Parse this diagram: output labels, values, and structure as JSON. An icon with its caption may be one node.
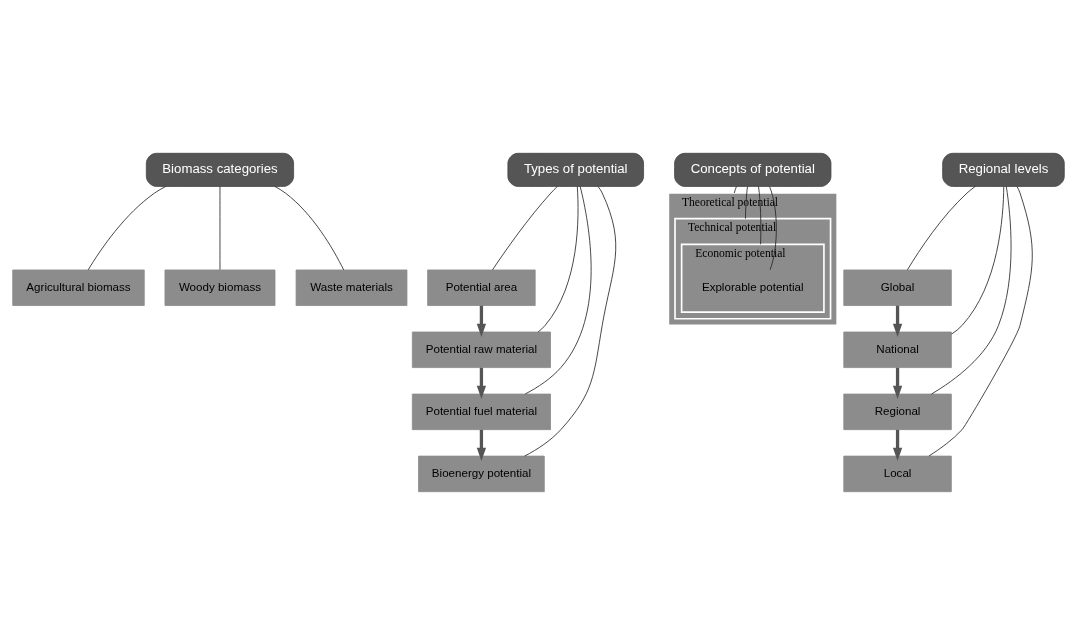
{
  "diagram": {
    "nodes": [
      {
        "text": [
          "Biomass categories"
        ]
      },
      {
        "text": [
          "Agricultural biomass"
        ]
      },
      {
        "text": [
          "Woody biomass"
        ]
      },
      {
        "text": [
          "Waste materials"
        ]
      },
      {
        "text": [
          "Types of potential"
        ]
      },
      {
        "text": [
          "Potential area"
        ]
      },
      {
        "text": [
          "Potential raw material"
        ]
      },
      {
        "text": [
          "Potential fuel material"
        ]
      },
      {
        "text": [
          "Bioenergy potential"
        ]
      },
      {
        "text": [
          "Concepts of potential"
        ]
      },
      {
        "text": [
          "Theoretical potential"
        ]
      },
      {
        "text": [
          "Technical potential"
        ],
        "in": 10
      },
      {
        "text": [
          "Economic potential"
        ],
        "in": 11
      },
      {
        "text": [
          "Explorable potential"
        ],
        "in": 12
      },
      {
        "text": [
          "Regional levels"
        ]
      },
      {
        "text": [
          "Global"
        ]
      },
      {
        "text": [
          "National"
        ]
      },
      {
        "text": [
          "Regional"
        ]
      },
      {
        "text": [
          "Local"
        ]
      }
    ],
    "edges": [
      {
        "from": 0,
        "to": 1,
        "arrow": "none"
      },
      {
        "from": 0,
        "to": 2,
        "arrow": "none"
      },
      {
        "from": 0,
        "to": 3,
        "arrow": "none"
      },
      {
        "from": 4,
        "to": 5,
        "arrow": "none"
      },
      {
        "from": 4,
        "to": 6,
        "arrow": "none"
      },
      {
        "from": 4,
        "to": 7,
        "arrow": "none"
      },
      {
        "from": 4,
        "to": 8,
        "arrow": "none"
      },
      {
        "from": 5,
        "to": 6,
        "arrow": "to",
        "style": "thick",
        "color": "#555555"
      },
      {
        "from": 6,
        "to": 7,
        "arrow": "to",
        "style": "thick",
        "color": "#555555"
      },
      {
        "from": 7,
        "to": 8,
        "arrow": "to",
        "style": "thick",
        "color": "#555555"
      },
      {
        "from": 9,
        "to": 10,
        "arrow": "none"
      },
      {
        "from": 9,
        "to": 11,
        "arrow": "none"
      },
      {
        "from": 9,
        "to": 12,
        "arrow": "none"
      },
      {
        "from": 9,
        "to": 13,
        "arrow": "none"
      },
      {
        "from": 14,
        "to": 15,
        "arrow": "none"
      },
      {
        "from": 14,
        "to": 16,
        "arrow": "none"
      },
      {
        "from": 14,
        "to": 17,
        "arrow": "none"
      },
      {
        "from": 14,
        "to": 18,
        "arrow": "none"
      },
      {
        "from": 15,
        "to": 16,
        "arrow": "to",
        "style": "thick",
        "color": "#555555"
      },
      {
        "from": 16,
        "to": 17,
        "arrow": "to",
        "style": "thick",
        "color": "#555555"
      },
      {
        "from": 17,
        "to": 18,
        "arrow": "to",
        "style": "thick",
        "color": "#555555"
      }
    ]
  }
}
